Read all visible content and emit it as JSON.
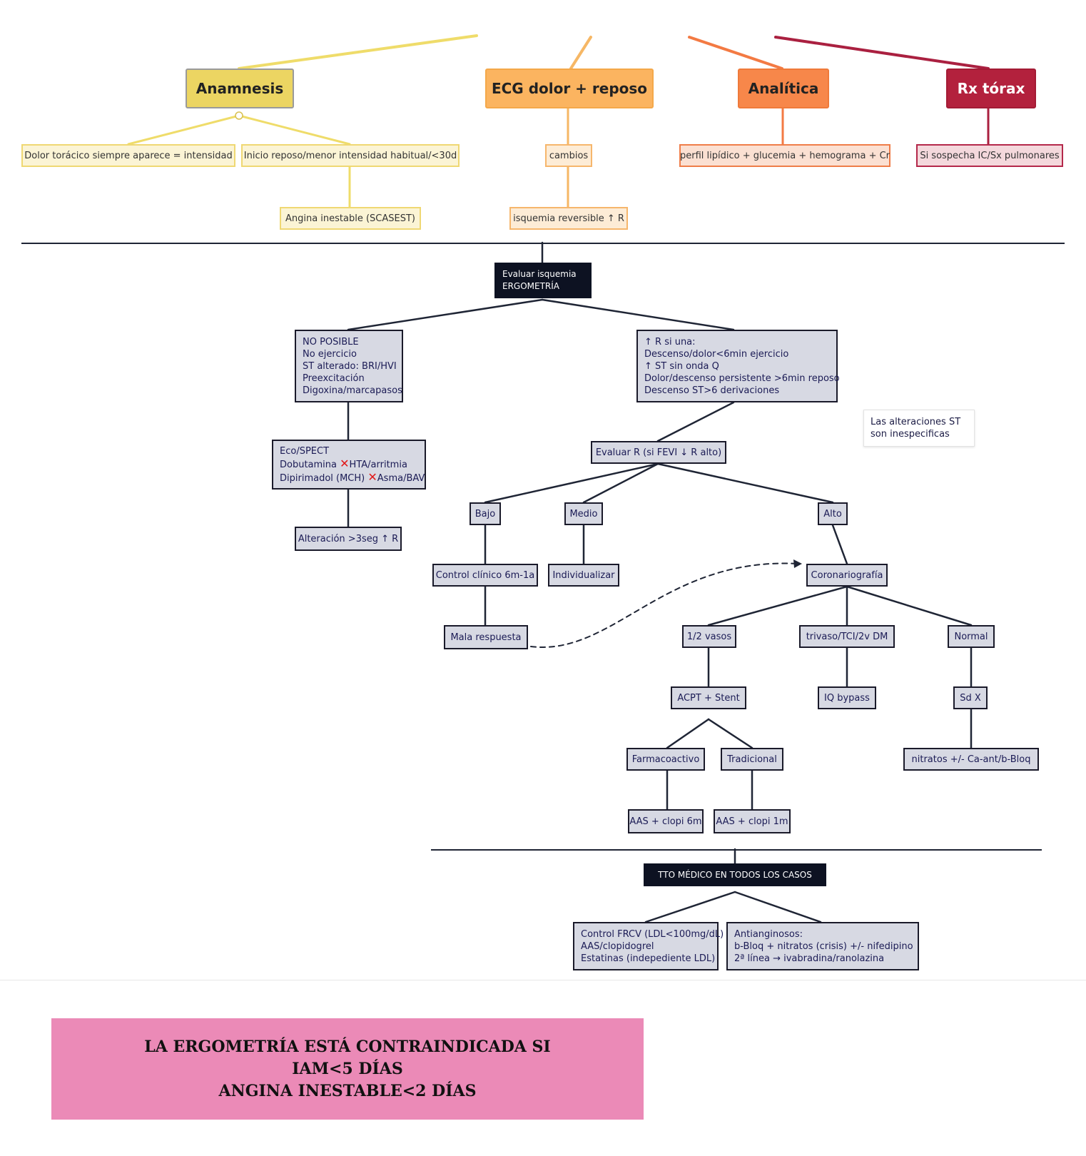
{
  "top": {
    "anamnesis": {
      "title": "Anamnesis",
      "sub_left": "Dolor torácico siempre aparece = intensidad",
      "sub_right": "Inicio reposo/menor intensidad habitual/<30d",
      "sub_result": "Angina inestable (SCASEST)"
    },
    "ecg": {
      "title": "ECG dolor + reposo",
      "sub": "cambios",
      "sub_result": "isquemia reversible ↑ R"
    },
    "analitica": {
      "title": "Analítica",
      "sub": "perfil lipídico + glucemia + hemograma + Cr"
    },
    "rx": {
      "title": "Rx tórax",
      "sub": "Si sospecha IC/Sx pulmonares"
    }
  },
  "ergometria": {
    "header": [
      "Evaluar isquemia",
      "ERGOMETRÍA"
    ],
    "no_posible": [
      "NO POSIBLE",
      "No ejercicio",
      "ST alterado: BRI/HVI",
      "Preexcitación",
      "Digoxina/marcapasos"
    ],
    "alto_riesgo": [
      "↑ R si una:",
      "Descenso/dolor<6min ejercicio",
      "↑ ST sin onda Q",
      "Dolor/descenso persistente >6min reposo",
      "Descenso ST>6 derivaciones"
    ],
    "note": [
      "Las alteraciones ST",
      "son inespecificas"
    ],
    "eco_spect": {
      "line1": "Eco/SPECT",
      "line2_a": "Dobutamina ",
      "line2_b": "HTA/arritmia",
      "line3_a": "Dipirimadol (MCH) ",
      "line3_b": "Asma/BAV",
      "mark": "✕"
    },
    "alteracion": "Alteración >3seg ↑ R",
    "evaluar_r": "Evaluar R (si FEVI ↓ R alto)",
    "bajo": "Bajo",
    "medio": "Medio",
    "alto": "Alto",
    "control_clinico": "Control clínico 6m-1a",
    "individualizar": "Individualizar",
    "mala_respuesta": "Mala respuesta",
    "coronariografia": "Coronariografía",
    "vasos": "1/2 vasos",
    "trivaso": "trivaso/TCI/2v DM",
    "normal": "Normal",
    "acpt": "ACPT + Stent",
    "iq_bypass": "IQ bypass",
    "sd_x": "Sd X",
    "farmacoactivo": "Farmacoactivo",
    "tradicional": "Tradicional",
    "nitratos": "nitratos +/- Ca-ant/b-Bloq",
    "aas_6m": "AAS + clopi 6m",
    "aas_1m": "AAS + clopi 1m"
  },
  "tto": {
    "header": "TTO MÉDICO EN TODOS LOS CASOS",
    "left": [
      "Control FRCV (LDL<100mg/dL)",
      "AAS/clopidogrel",
      "Estatinas (indepediente LDL)"
    ],
    "right": [
      "Antianginosos:",
      "b-Bloq + nitratos (crisis) +/- nifedipino",
      "2ª línea → ivabradina/ranolazina"
    ]
  },
  "warning": {
    "line1": "LA ERGOMETRÍA ESTÁ CONTRAINDICADA SI",
    "line2": "IAM<5 DÍAS",
    "line3": "ANGINA INESTABLE<2 DÍAS"
  },
  "colors": {
    "anamnesis": "#ecd562",
    "ecg": "#fbb460",
    "analitica": "#f7874a",
    "rx": "#b3213d",
    "gray_node": "#d7d9e3",
    "dark_node": "#0d1222",
    "warning": "#eb8ab7"
  }
}
